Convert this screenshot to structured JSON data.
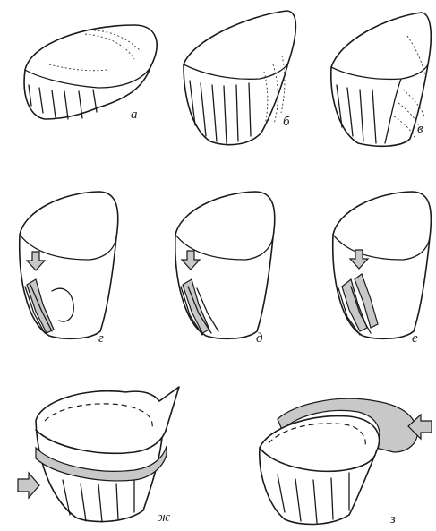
{
  "panels": [
    {
      "id": "a",
      "label": "а"
    },
    {
      "id": "b",
      "label": "б"
    },
    {
      "id": "v",
      "label": "в"
    },
    {
      "id": "g",
      "label": "г"
    },
    {
      "id": "d",
      "label": "д"
    },
    {
      "id": "e",
      "label": "е"
    },
    {
      "id": "zh",
      "label": "ж"
    },
    {
      "id": "z",
      "label": "з"
    }
  ],
  "colors": {
    "line": "#1a1a1a",
    "fill": "#ffffff",
    "highlight": "#c8c8c8"
  }
}
